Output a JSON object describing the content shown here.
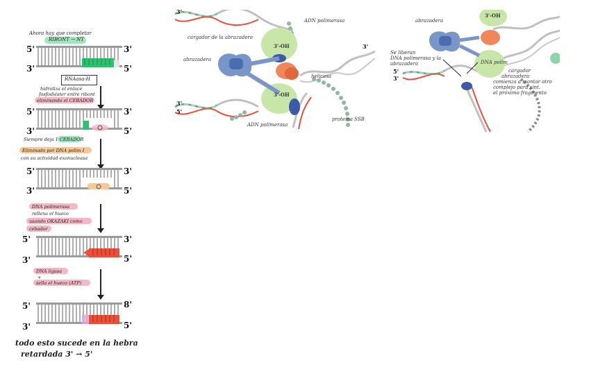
{
  "left_column": {
    "intro": "Ahora hay que completar",
    "intro_arrow": "RIBONT → NT",
    "step1_box": "RNAasa-H",
    "step1_text": [
      "hidroliza el enlace",
      "fosfodiéster entre ribont",
      "eliminando el CEBADOR"
    ],
    "step1_extra": "Siempre deja 1 CEBADOR",
    "step2_text": [
      "Eliminado por DNA polim I",
      "con su actividad exonucleasa"
    ],
    "step3_text": [
      "DNA polimerasa",
      "rellena el hueco",
      "usando OKAZAKI como",
      "cebador"
    ],
    "step4_text": [
      "DNA ligasa",
      "+",
      "sella el hueco (ATP)"
    ],
    "conclusion": [
      "todo esto sucede en la hebra",
      "retardada  3' → 5'"
    ],
    "end5": "5'",
    "end3": "3'",
    "end3_alt": "8'",
    "colors": {
      "green": "#2fbf71",
      "red": "#e8503a",
      "pink": "#f5b8c4",
      "orange": "#f6c89a",
      "grey": "#9a9a9a"
    }
  },
  "middle_panel": {
    "labels": {
      "adn_polimerasa_top": "ADN polimerasa",
      "cargador": "cargador de la abrazadera",
      "abrazadera": "abrazadera",
      "oh_top": "3'-OH",
      "oh_bottom": "3'-OH",
      "helicasa": "helicasa",
      "adn_polimerasa_bottom": "ADN polimerasa",
      "proteina_ssb": "proteína SSB"
    },
    "end5": "5'",
    "end3": "3'"
  },
  "right_panel": {
    "labels": {
      "abrazadera": "abrazadera",
      "oh": "3'-OH",
      "liberan": [
        "Se liberan",
        "DNA polimerasa y la",
        "abrazadera"
      ],
      "dna_polim": "DNA polim",
      "cargador": [
        "cargador",
        "abrazadera",
        "comienza a montar otro",
        "complejo para sint.",
        "el próximo fragmento"
      ]
    },
    "end5": "5'",
    "end3": "3'"
  }
}
